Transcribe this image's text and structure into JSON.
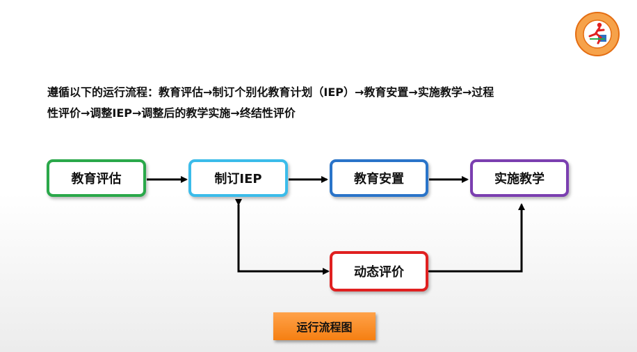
{
  "intro": {
    "line1": "遵循以下的运行流程：教育评估→制订个别化教育计划（IEP）→教育安置→实施教学→过程",
    "line2": "性评价→调整IEP→调整后的教学实施→终结性评价"
  },
  "boxes": {
    "assess": {
      "label": "教育评估",
      "color": "#2aa84a"
    },
    "iep": {
      "label": "制订IEP",
      "color": "#3bbcea"
    },
    "placement": {
      "label": "教育安置",
      "color": "#2a74c9"
    },
    "teaching": {
      "label": "实施教学",
      "color": "#7b3fb0"
    },
    "evaluation": {
      "label": "动态评价",
      "color": "#e02020"
    }
  },
  "caption": {
    "label": "运行流程图"
  },
  "logo": {
    "icon": "runner-emblem-icon",
    "ring_color": "#f08a2a"
  }
}
